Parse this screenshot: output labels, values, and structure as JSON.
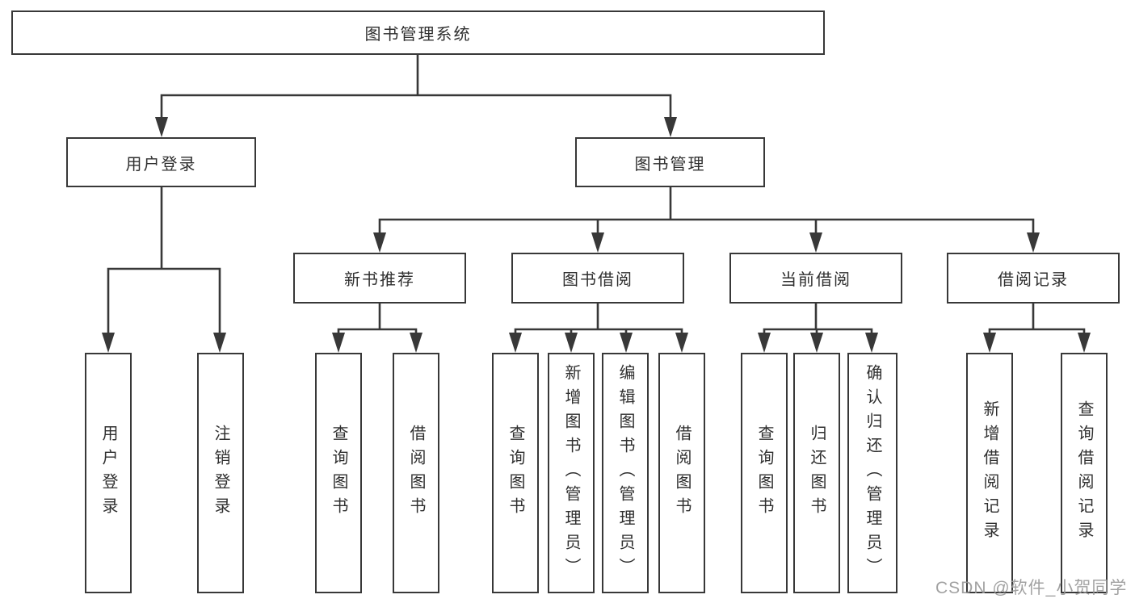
{
  "tree": {
    "root": {
      "label": "图书管理系统"
    },
    "branches": [
      {
        "label": "用户登录",
        "children": [
          {
            "label": "用户登录"
          },
          {
            "label": "注销登录"
          }
        ]
      },
      {
        "label": "图书管理",
        "children": [
          {
            "label": "新书推荐",
            "children": [
              {
                "label": "查询图书"
              },
              {
                "label": "借阅图书"
              }
            ]
          },
          {
            "label": "图书借阅",
            "children": [
              {
                "label": "查询图书"
              },
              {
                "label": "新增图书（管理员）"
              },
              {
                "label": "编辑图书（管理员）"
              },
              {
                "label": "借阅图书"
              }
            ]
          },
          {
            "label": "当前借阅",
            "children": [
              {
                "label": "查询图书"
              },
              {
                "label": "归还图书"
              },
              {
                "label": "确认归还（管理员）"
              }
            ]
          },
          {
            "label": "借阅记录",
            "children": [
              {
                "label": "新增借阅记录"
              },
              {
                "label": "查询借阅记录"
              }
            ]
          }
        ]
      }
    ]
  },
  "watermark": {
    "text": "CSDN @软件_小贺同学"
  },
  "colors": {
    "background": "#ffffff",
    "line": "#383838",
    "box_border": "#383838",
    "text": "#2f2f2f",
    "watermark": "#989898"
  }
}
